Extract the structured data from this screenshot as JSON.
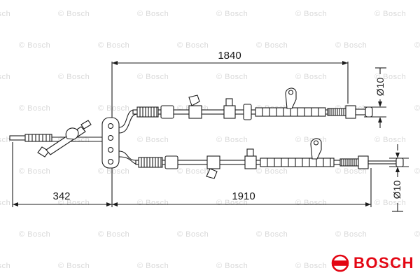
{
  "watermark": {
    "text": "© Bosch"
  },
  "drawing": {
    "dim_top": "1840",
    "dim_left": "342",
    "dim_bottom": "1910",
    "dia_top": "Ø10",
    "dia_bottom": "Ø10"
  },
  "brand": {
    "name": "BOSCH",
    "color": "#e30613"
  }
}
